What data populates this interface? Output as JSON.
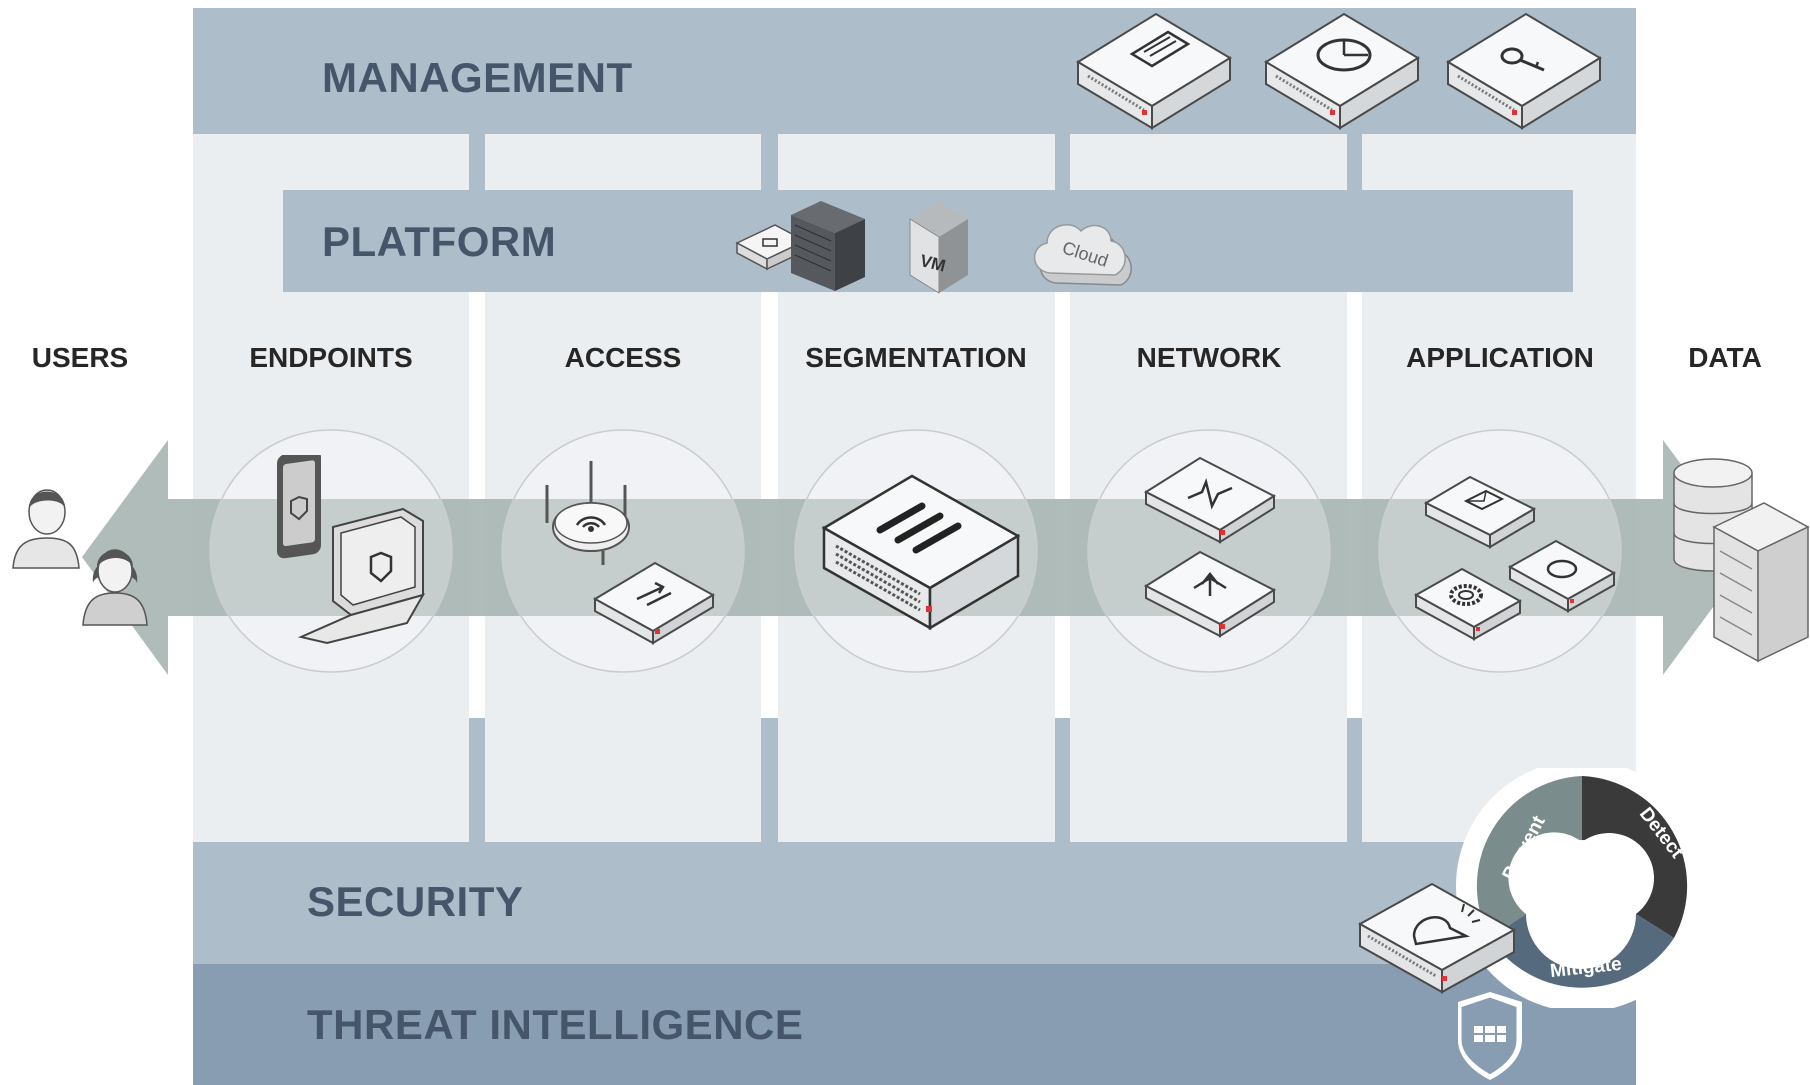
{
  "bands": {
    "management": "MANAGEMENT",
    "platform": "PLATFORM",
    "security": "SECURITY",
    "threat_intelligence": "THREAT INTELLIGENCE"
  },
  "sides": {
    "users": "USERS",
    "data": "DATA"
  },
  "columns": [
    {
      "label": "ENDPOINTS"
    },
    {
      "label": "ACCESS"
    },
    {
      "label": "SEGMENTATION"
    },
    {
      "label": "NETWORK"
    },
    {
      "label": "APPLICATION"
    }
  ],
  "platform_items": {
    "vm": "VM",
    "cloud": "Cloud"
  },
  "cycle": {
    "prevent": "Prevent",
    "detect": "Detect",
    "mitigate": "Mitigate"
  },
  "colors": {
    "band": "#aebdca",
    "band_dark": "#889db2",
    "column": "#ebeef1",
    "arrow": "#a9b6b4",
    "label": "#46566a"
  }
}
